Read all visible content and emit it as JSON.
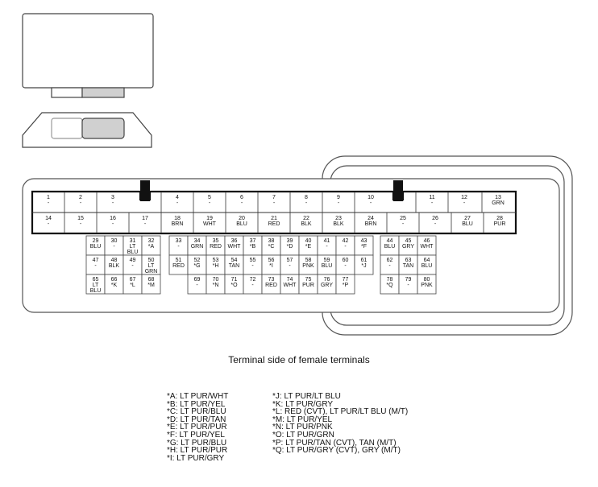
{
  "caption": "Terminal side of female terminals",
  "terminals_top": [
    {
      "num": "1",
      "color": "-"
    },
    {
      "num": "2",
      "color": "-"
    },
    {
      "num": "3",
      "color": "-"
    },
    {
      "num": "4",
      "color": "-"
    },
    {
      "num": "5",
      "color": "-"
    },
    {
      "num": "6",
      "color": "-"
    },
    {
      "num": "7",
      "color": "-"
    },
    {
      "num": "8",
      "color": "-"
    },
    {
      "num": "9",
      "color": "-"
    },
    {
      "num": "10",
      "color": "-"
    },
    {
      "num": "11",
      "color": "-"
    },
    {
      "num": "12",
      "color": "-"
    },
    {
      "num": "13",
      "color": "GRN"
    },
    {
      "num": "14",
      "color": "-"
    },
    {
      "num": "15",
      "color": "-"
    },
    {
      "num": "16",
      "color": "-"
    },
    {
      "num": "17",
      "color": "-"
    },
    {
      "num": "18",
      "color": "BRN"
    },
    {
      "num": "19",
      "color": "WHT"
    },
    {
      "num": "20",
      "color": "BLU"
    },
    {
      "num": "21",
      "color": "RED"
    },
    {
      "num": "22",
      "color": "BLK"
    },
    {
      "num": "23",
      "color": "BLK"
    },
    {
      "num": "24",
      "color": "BRN"
    },
    {
      "num": "25",
      "color": "-"
    },
    {
      "num": "26",
      "color": "-"
    },
    {
      "num": "27",
      "color": "BLU"
    },
    {
      "num": "28",
      "color": "PUR"
    }
  ],
  "terminals_grid": [
    {
      "num": "29",
      "color": "BLU"
    },
    {
      "num": "30",
      "color": "-"
    },
    {
      "num": "31",
      "color": "LT BLU"
    },
    {
      "num": "32",
      "color": "*A"
    },
    {
      "num": "33",
      "color": "-"
    },
    {
      "num": "34",
      "color": "GRN"
    },
    {
      "num": "35",
      "color": "RED"
    },
    {
      "num": "36",
      "color": "WHT"
    },
    {
      "num": "37",
      "color": "*B"
    },
    {
      "num": "38",
      "color": "*C"
    },
    {
      "num": "39",
      "color": "*D"
    },
    {
      "num": "40",
      "color": "*E"
    },
    {
      "num": "41",
      "color": "-"
    },
    {
      "num": "42",
      "color": "-"
    },
    {
      "num": "43",
      "color": "*F"
    },
    {
      "num": "44",
      "color": "BLU"
    },
    {
      "num": "45",
      "color": "GRY"
    },
    {
      "num": "46",
      "color": "WHT"
    },
    {
      "num": "47",
      "color": "-"
    },
    {
      "num": "48",
      "color": "BLK"
    },
    {
      "num": "49",
      "color": "-"
    },
    {
      "num": "50",
      "color": "LT GRN"
    },
    {
      "num": "51",
      "color": "RED"
    },
    {
      "num": "52",
      "color": "*G"
    },
    {
      "num": "53",
      "color": "*H"
    },
    {
      "num": "54",
      "color": "TAN"
    },
    {
      "num": "55",
      "color": "-"
    },
    {
      "num": "56",
      "color": "*I"
    },
    {
      "num": "57",
      "color": "-"
    },
    {
      "num": "58",
      "color": "PNK"
    },
    {
      "num": "59",
      "color": "BLU"
    },
    {
      "num": "60",
      "color": "-"
    },
    {
      "num": "61",
      "color": "*J"
    },
    {
      "num": "62",
      "color": "-"
    },
    {
      "num": "63",
      "color": "TAN"
    },
    {
      "num": "64",
      "color": "BLU"
    },
    {
      "num": "65",
      "color": "LT BLU"
    },
    {
      "num": "66",
      "color": "*K"
    },
    {
      "num": "67",
      "color": "*L"
    },
    {
      "num": "68",
      "color": "*M"
    },
    {
      "num": "69",
      "color": "-"
    },
    {
      "num": "70",
      "color": "*N"
    },
    {
      "num": "71",
      "color": "*O"
    },
    {
      "num": "72",
      "color": "-"
    },
    {
      "num": "73",
      "color": "RED"
    },
    {
      "num": "74",
      "color": "WHT"
    },
    {
      "num": "75",
      "color": "PUR"
    },
    {
      "num": "76",
      "color": "GRY"
    },
    {
      "num": "77",
      "color": "*P"
    },
    {
      "num": "78",
      "color": "*Q"
    },
    {
      "num": "79",
      "color": "-"
    },
    {
      "num": "80",
      "color": "PNK"
    }
  ],
  "legend_left": [
    "*A: LT PUR/WHT",
    "*B: LT PUR/YEL",
    "*C: LT PUR/BLU",
    "*D: LT PUR/TAN",
    "*E: LT PUR/PUR",
    "*F: LT PUR/YEL",
    "*G: LT PUR/BLU",
    "*H: LT PUR/PUR",
    "*I: LT PUR/GRY"
  ],
  "legend_right": [
    "*J: LT PUR/LT BLU",
    "*K: LT PUR/GRY",
    "*L: RED (CVT), LT PUR/LT BLU (M/T)",
    "*M: LT PUR/YEL",
    "*N: LT PUR/PNK",
    "*O: LT PUR/GRN",
    "*P: LT PUR/TAN (CVT), TAN (M/T)",
    "*Q: LT PUR/GRY (CVT), GRY (M/T)"
  ]
}
